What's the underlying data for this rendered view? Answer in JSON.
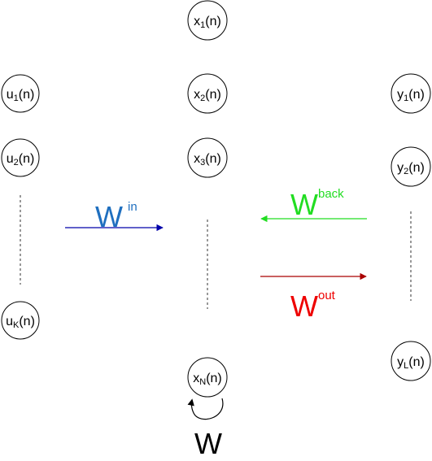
{
  "nodes": {
    "inputs": [
      {
        "base": "u",
        "sub": "1",
        "arg": "(n)"
      },
      {
        "base": "u",
        "sub": "2",
        "arg": "(n)"
      },
      {
        "base": "u",
        "sub": "K",
        "arg": "(n)"
      }
    ],
    "reservoir": [
      {
        "base": "x",
        "sub": "1",
        "arg": "(n)"
      },
      {
        "base": "x",
        "sub": "2",
        "arg": "(n)"
      },
      {
        "base": "x",
        "sub": "3",
        "arg": "(n)"
      },
      {
        "base": "x",
        "sub": "N",
        "arg": "(n)"
      }
    ],
    "outputs": [
      {
        "base": "y",
        "sub": "1",
        "arg": "(n)"
      },
      {
        "base": "y",
        "sub": "2",
        "arg": "(n)"
      },
      {
        "base": "y",
        "sub": "L",
        "arg": "(n)"
      }
    ]
  },
  "weights": {
    "w_in": {
      "base": "W",
      "sup": "in",
      "color": "#1f6fbf",
      "arrow_color": "#0000aa"
    },
    "w_back": {
      "base": "W",
      "sup": "back",
      "color": "#22dd22",
      "arrow_color": "#22dd22"
    },
    "w_out": {
      "base": "W",
      "sup": "out",
      "color": "#ee0000",
      "arrow_color": "#aa0000"
    },
    "w_recurrent": {
      "base": "W",
      "color": "#000000"
    }
  }
}
